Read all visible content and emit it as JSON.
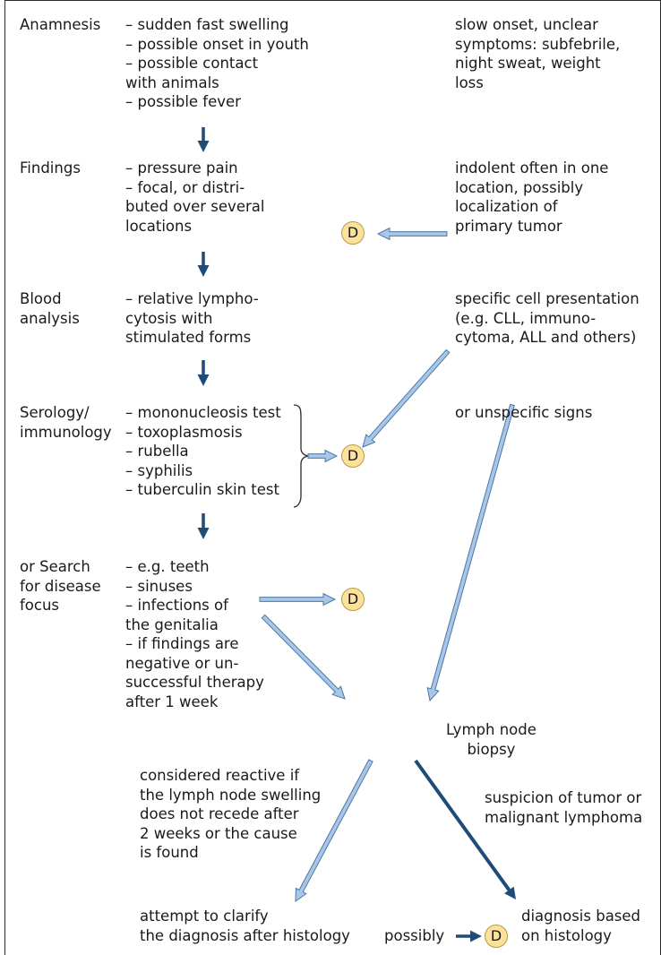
{
  "colors": {
    "dark_arrow": "#1f4b78",
    "light_arrow_fill": "#a9c6e6",
    "light_arrow_stroke": "#4a78a8",
    "node_fill": "#fce19a",
    "frame": "#2b2b2b"
  },
  "node_label": "D",
  "rows": {
    "anamnesis": {
      "label": [
        "Anamnesis"
      ],
      "items": [
        "– sudden fast swelling",
        "– possible onset in youth",
        "– possible contact",
        "   with animals",
        "– possible fever"
      ],
      "right": [
        "slow onset, unclear",
        "symptoms: subfebrile,",
        "night sweat, weight",
        "loss"
      ]
    },
    "findings": {
      "label": [
        "Findings"
      ],
      "items": [
        "– pressure pain",
        "– focal, or distri-",
        "   buted over several",
        "   locations"
      ],
      "right": [
        "indolent often in one",
        "location, possibly",
        "localization of",
        "primary tumor"
      ]
    },
    "blood": {
      "label": [
        "Blood",
        "analysis"
      ],
      "items": [
        "– relative lympho-",
        "   cytosis with",
        "   stimulated forms"
      ],
      "right": [
        "specific cell presentation",
        "(e.g. CLL, immuno-",
        "cytoma, ALL and others)"
      ]
    },
    "serology": {
      "label": [
        "Serology/",
        "immunology"
      ],
      "items": [
        "– mononucleosis test",
        "– toxoplasmosis",
        "– rubella",
        "– syphilis",
        "– tuberculin skin test"
      ],
      "right": [
        "or unspecific signs"
      ]
    },
    "search": {
      "label": [
        "or Search",
        "for disease",
        "focus"
      ],
      "items": [
        "– e.g. teeth",
        "– sinuses",
        "– infections of",
        "   the genitalia",
        "– if findings are",
        "   negative or un-",
        "   successful therapy",
        "   after 1 week"
      ]
    }
  },
  "biopsy": [
    "Lymph node",
    "biopsy"
  ],
  "reactive_note": [
    "considered reactive if",
    "the lymph node swelling",
    "does not recede after",
    "2 weeks or the cause",
    "is found"
  ],
  "tumor_note": [
    "suspicion of tumor or",
    "malignant lymphoma"
  ],
  "clarify": [
    "attempt to clarify",
    "the diagnosis after histology"
  ],
  "possibly": "possibly",
  "diagnosis_histology": [
    "diagnosis based",
    "on histology"
  ]
}
